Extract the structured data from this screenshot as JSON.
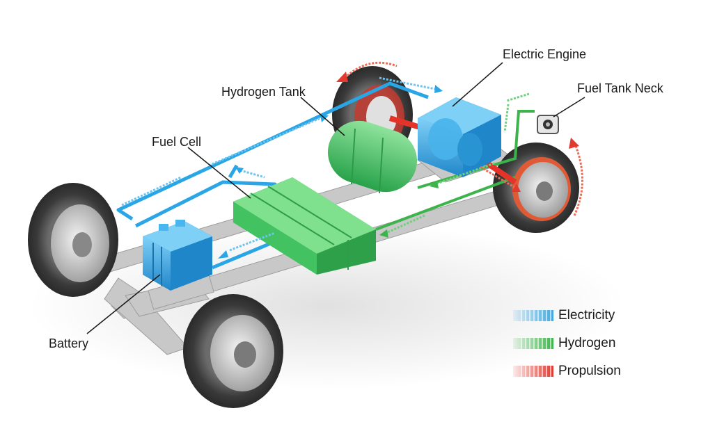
{
  "labels": {
    "electric_engine": "Electric Engine",
    "hydrogen_tank": "Hydrogen Tank",
    "fuel_tank_neck": "Fuel Tank Neck",
    "fuel_cell": "Fuel Cell",
    "battery": "Battery"
  },
  "legend": {
    "items": [
      {
        "label": "Electricity",
        "color": "#3fa9e0",
        "icon": "dashed-blue-stripes-icon"
      },
      {
        "label": "Hydrogen",
        "color": "#3cb44b",
        "icon": "dashed-green-stripes-icon"
      },
      {
        "label": "Propulsion",
        "color": "#e23a2f",
        "icon": "dashed-red-stripes-icon"
      }
    ]
  },
  "colors": {
    "electricity": "#3fa9e0",
    "hydrogen": "#3cb44b",
    "propulsion": "#e23a2f",
    "component_blue": "#2f9fe0",
    "component_green": "#3fbf5f",
    "tire": "#3a3a3a",
    "chassis": "#c8c8c8"
  }
}
